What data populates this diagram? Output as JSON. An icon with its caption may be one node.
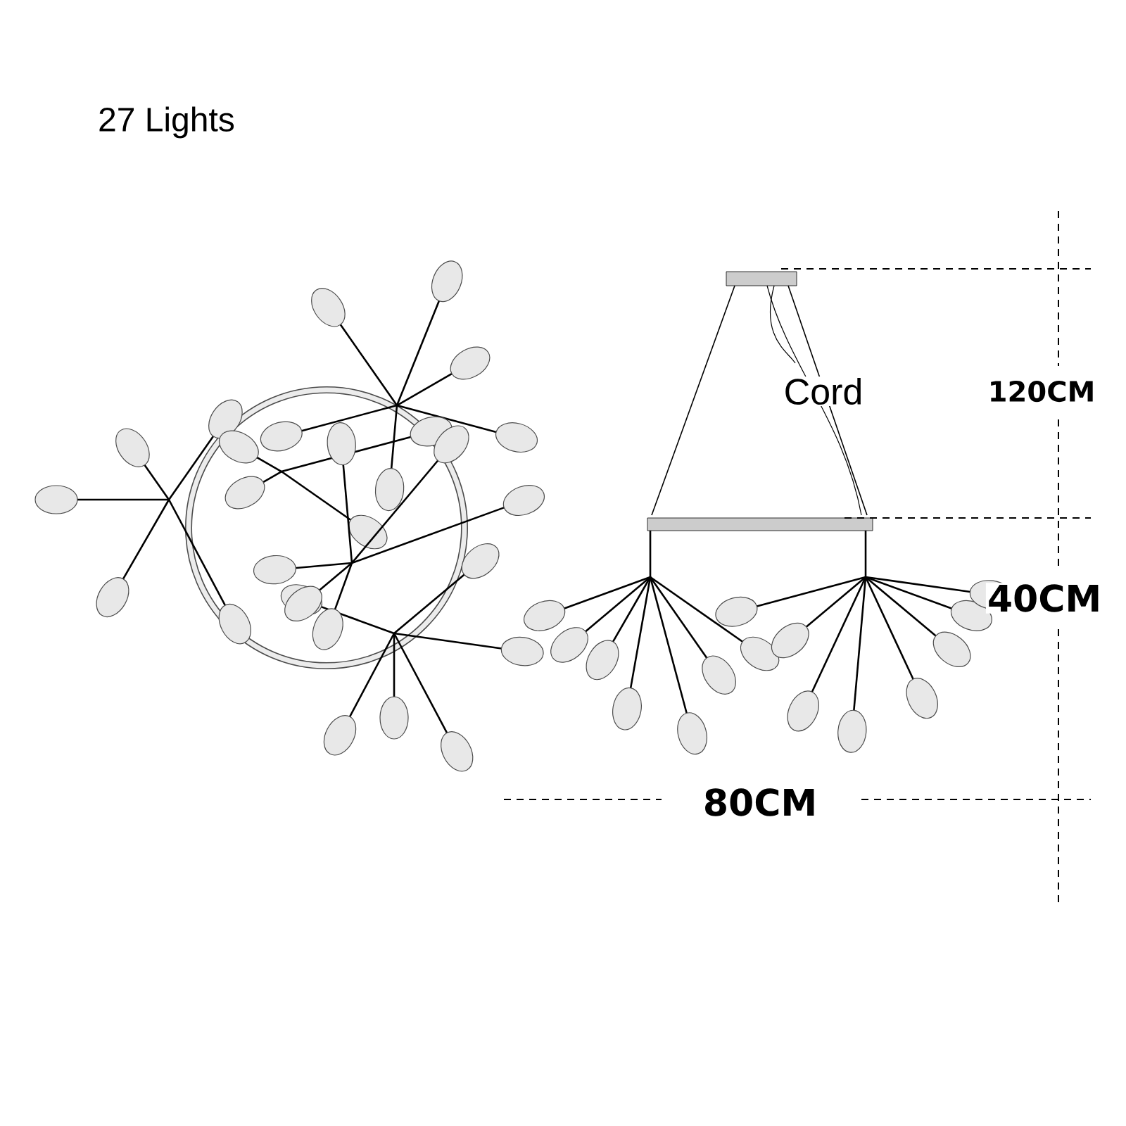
{
  "diagram": {
    "title": "27 Lights",
    "labels": [
      "Cord",
      "120CM",
      "40CM",
      "80CM"
    ]
  }
}
